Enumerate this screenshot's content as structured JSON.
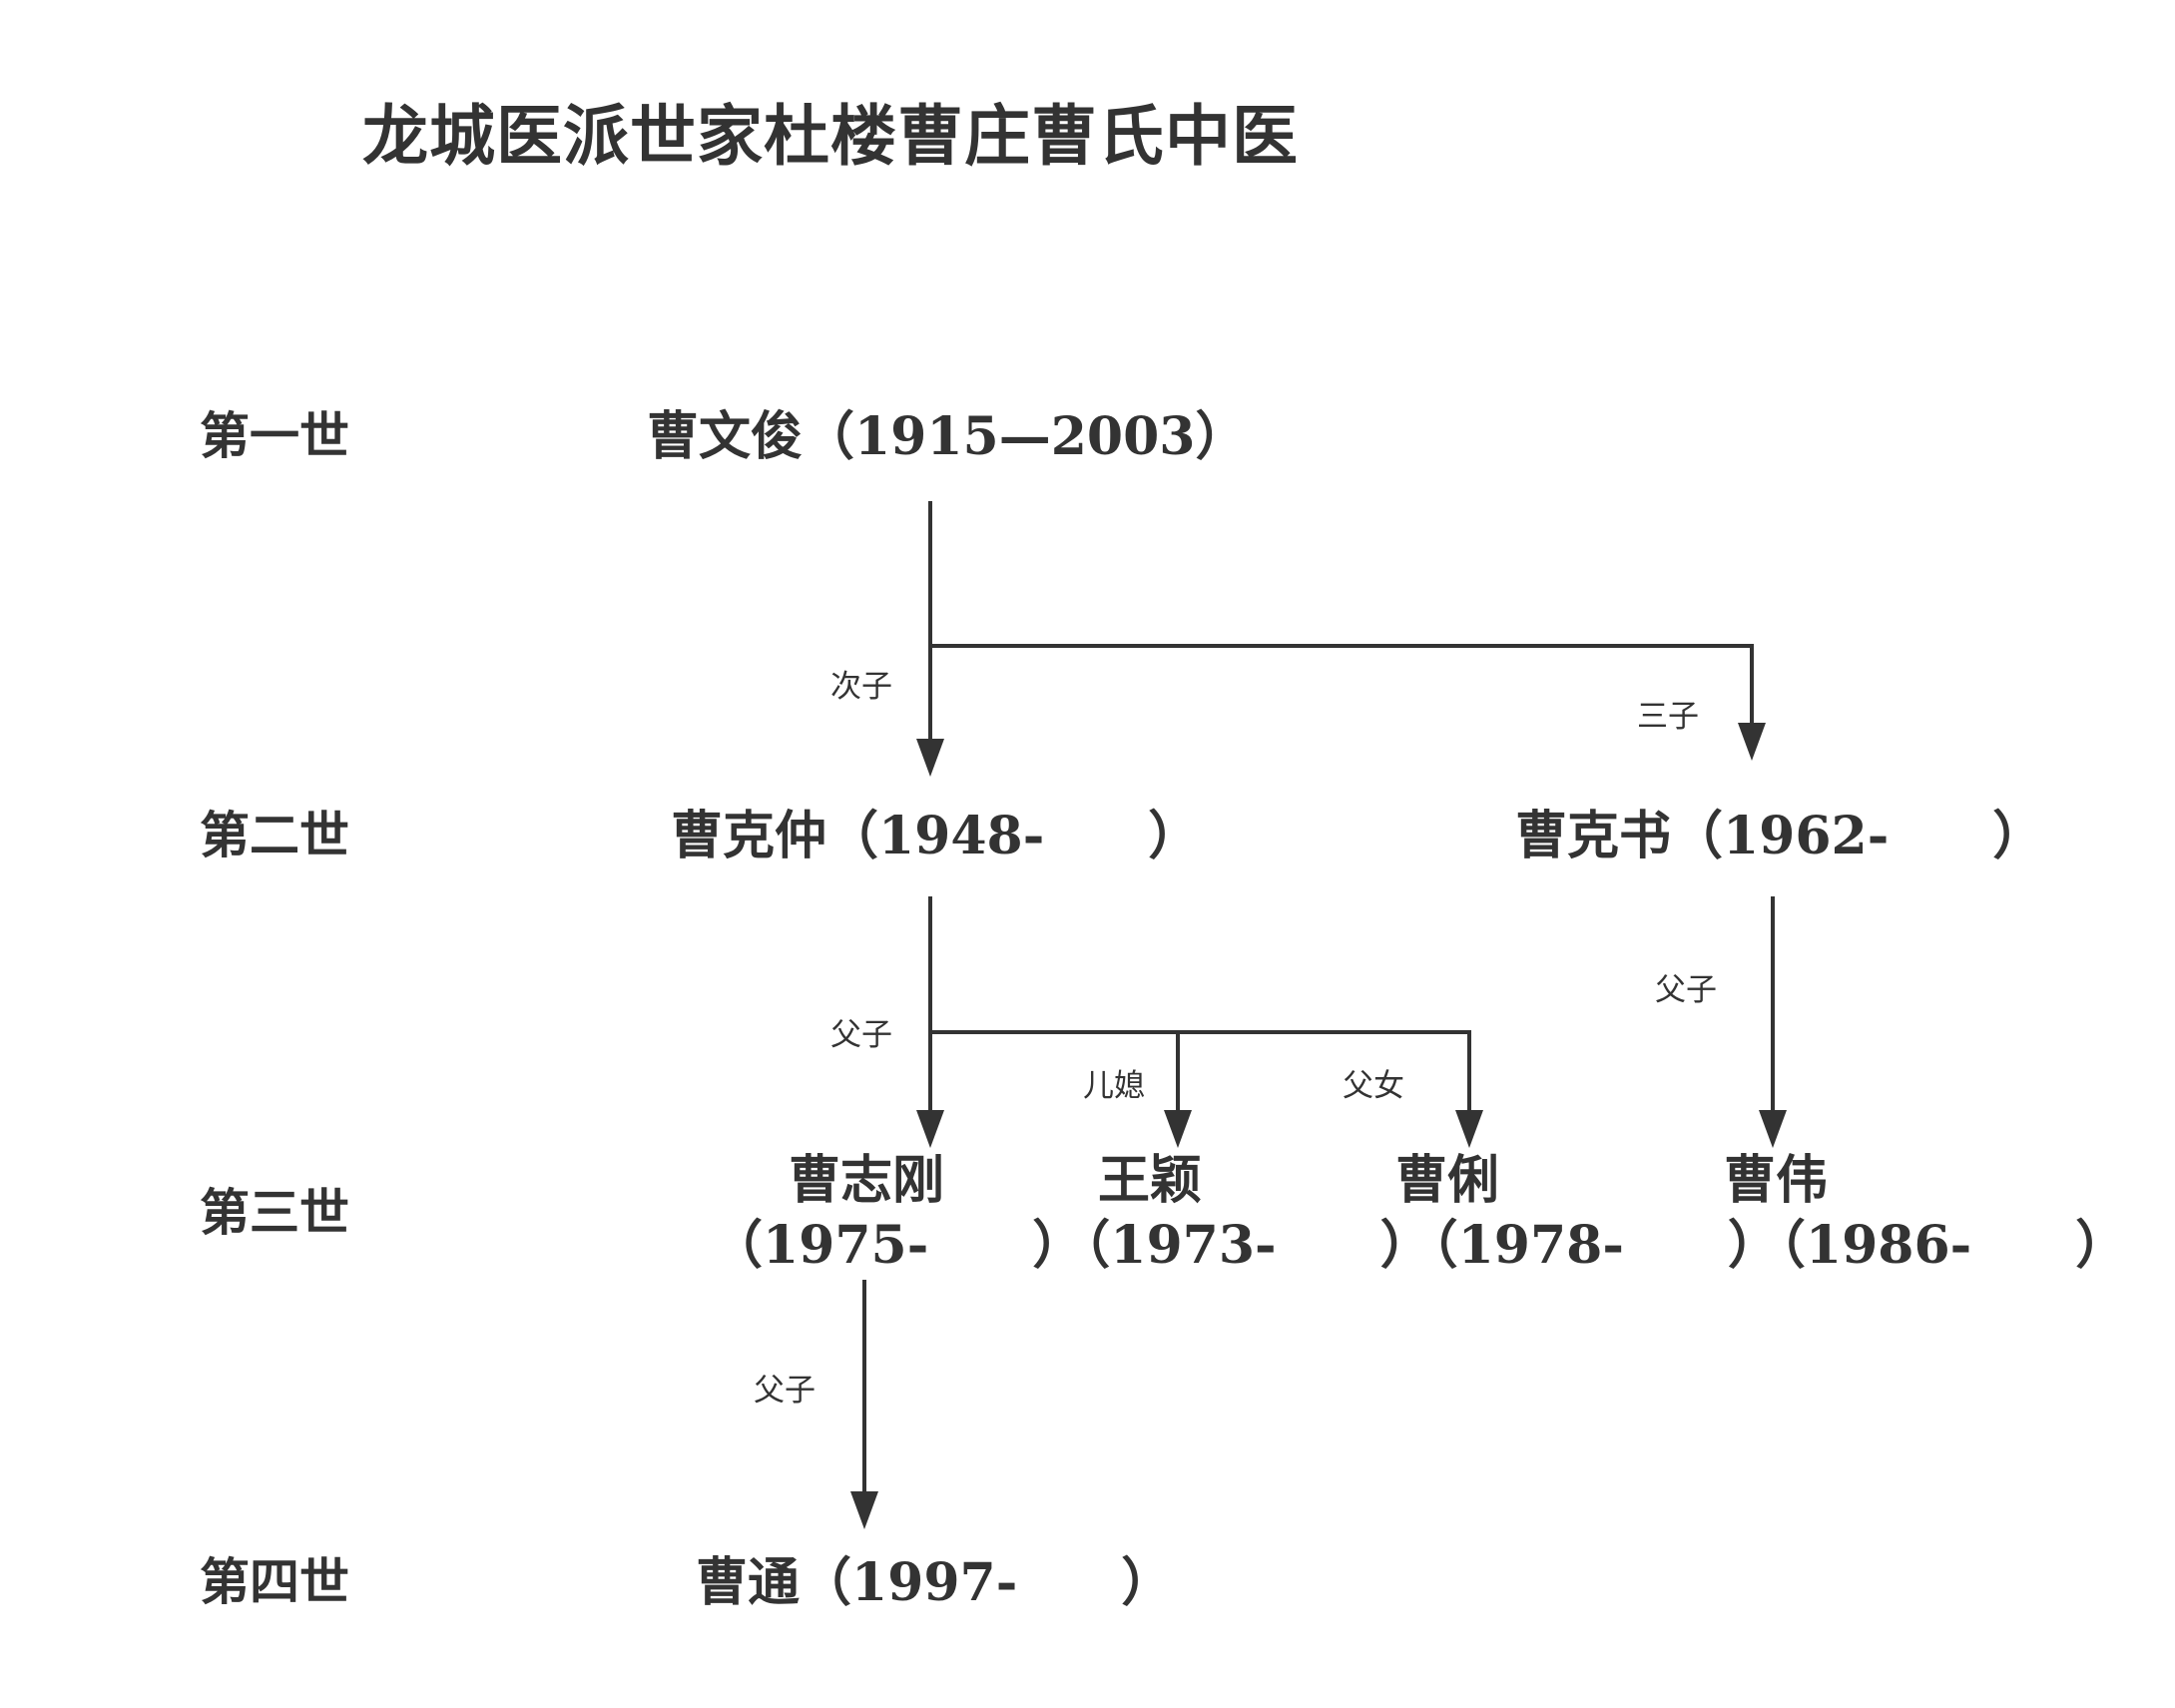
{
  "title": "龙城医派世家杜楼曹庄曹氏中医",
  "generations": [
    "第一世",
    "第二世",
    "第三世",
    "第四世"
  ],
  "persons": {
    "wenjun": "曹文俊（1915—2003）",
    "kezhong": "曹克仲（1948-　　）",
    "keshu": "曹克书（1962-　　）",
    "zhigang_name": "曹志刚",
    "wangying_name": "王颖",
    "caoli_name": "曹俐",
    "caowei_name": "曹伟",
    "gen3_years": "（1975-　　）（1973-　　）（1978-　　）（1986-　　）",
    "caotong": "曹通（1997-　　）"
  },
  "relations": {
    "cizi": "次子",
    "sanzi": "三子",
    "fuzi_kezhong": "父子",
    "erxi": "儿媳",
    "funv": "父女",
    "fuzi_keshu": "父子",
    "fuzi_zhigang": "父子"
  },
  "colors": {
    "line": "#333333",
    "text": "#333333"
  }
}
